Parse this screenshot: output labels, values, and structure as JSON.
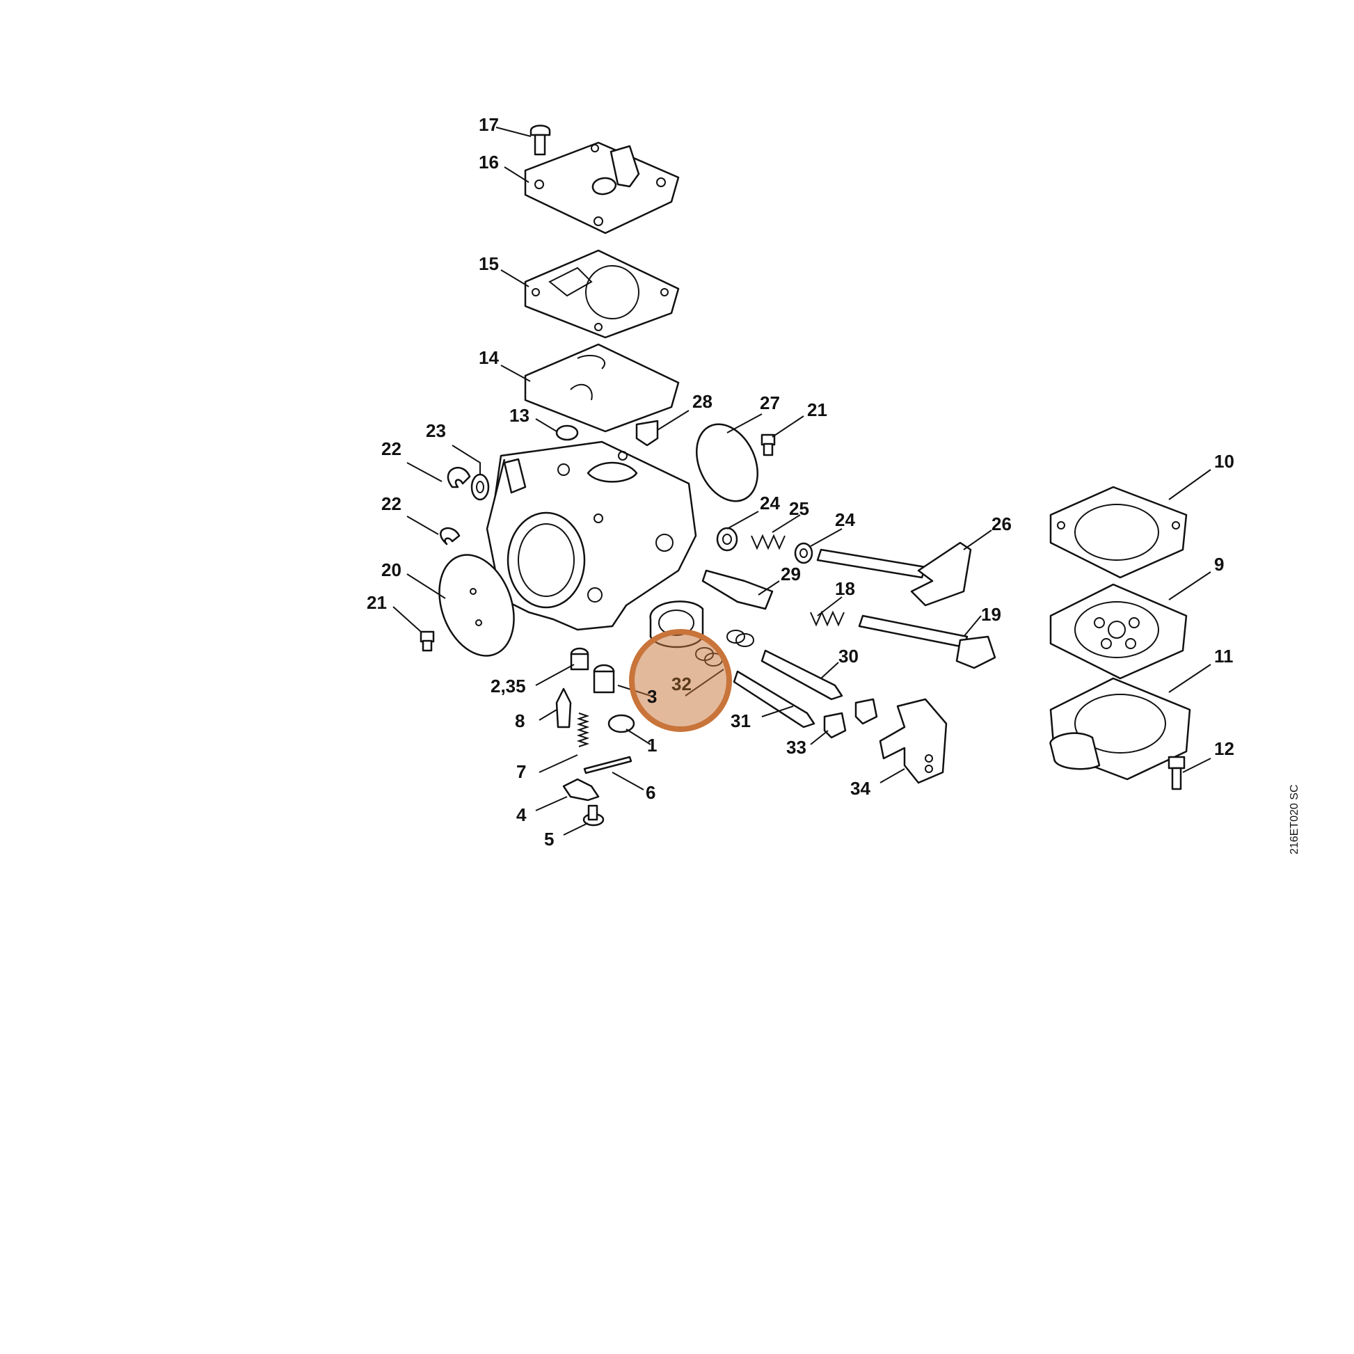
{
  "diagram": {
    "document_code": "216ET020 SC",
    "highlight": {
      "callout": "32",
      "color": "#c8743a"
    },
    "callouts": [
      "17",
      "16",
      "15",
      "14",
      "13",
      "28",
      "27",
      "21",
      "23",
      "22",
      "22",
      "20",
      "21",
      "24",
      "25",
      "24",
      "26",
      "10",
      "29",
      "18",
      "19",
      "9",
      "30",
      "2,35",
      "3",
      "32",
      "31",
      "33",
      "8",
      "1",
      "7",
      "6",
      "4",
      "5",
      "34",
      "11",
      "12"
    ]
  }
}
